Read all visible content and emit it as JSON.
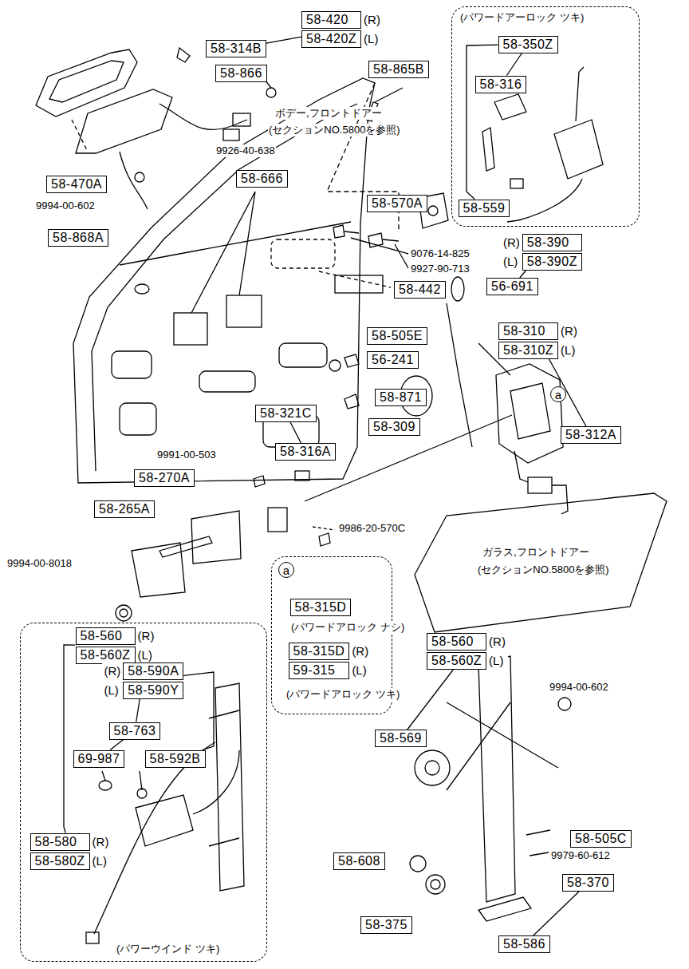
{
  "diagram": {
    "nodes": [
      {
        "text": [
          "58-420",
          "(R)",
          "58-420Z",
          "(L)"
        ]
      },
      {
        "text": [
          "58-314B"
        ]
      },
      {
        "text": [
          "58-866"
        ]
      },
      {
        "text": [
          "58-865B"
        ]
      },
      {
        "text": [
          "(パワードアーロック ツキ)"
        ]
      },
      {
        "text": [
          "58-350Z"
        ],
        "in": 4
      },
      {
        "text": [
          "58-316"
        ],
        "in": 4
      },
      {
        "text": [
          "58-559"
        ],
        "in": 4
      },
      {
        "text": [
          "58-470A"
        ]
      },
      {
        "text": [
          "58-666"
        ]
      },
      {
        "text": [
          "58-570A"
        ]
      },
      {
        "text": [
          "58-868A"
        ]
      },
      {
        "text": [
          "58-442"
        ]
      },
      {
        "text": [
          "(R)",
          "58-390",
          "(L)",
          "58-390Z"
        ]
      },
      {
        "text": [
          "56-691"
        ]
      },
      {
        "text": [
          "58-505E"
        ]
      },
      {
        "text": [
          "58-310",
          "(R)",
          "58-310Z",
          "(L)"
        ]
      },
      {
        "text": [
          "56-241"
        ]
      },
      {
        "text": [
          "58-871"
        ]
      },
      {
        "text": [
          "58-309"
        ]
      },
      {
        "text": [
          "58-321C"
        ]
      },
      {
        "text": [
          "58-316A"
        ]
      },
      {
        "text": [
          "58-312A"
        ]
      },
      {
        "text": [
          "58-270A"
        ]
      },
      {
        "text": [
          "58-265A"
        ]
      },
      {
        "text": [
          "a"
        ]
      },
      {
        "text": [
          "58-315D"
        ],
        "in": 25
      },
      {
        "text": [
          "58-315D",
          "(R)",
          "59-315",
          "(L)"
        ],
        "in": 25
      },
      {
        "text": [
          "(パワーウインド ツキ)"
        ]
      },
      {
        "text": [
          "58-560",
          "(R)",
          "58-560Z",
          "(L)"
        ],
        "in": 28
      },
      {
        "text": [
          "(R)",
          "58-590A",
          "(L)",
          "58-590Y"
        ],
        "in": 28
      },
      {
        "text": [
          "58-763"
        ],
        "in": 28
      },
      {
        "text": [
          "69-987"
        ],
        "in": 28
      },
      {
        "text": [
          "58-592B"
        ],
        "in": 28
      },
      {
        "text": [
          "58-580",
          "(R)",
          "58-580Z",
          "(L)"
        ],
        "in": 28
      },
      {
        "text": [
          "58-560",
          "(R)",
          "58-560Z",
          "(L)"
        ]
      },
      {
        "text": [
          "58-569"
        ]
      },
      {
        "text": [
          "58-505C"
        ]
      },
      {
        "text": [
          "58-608"
        ]
      },
      {
        "text": [
          "58-370"
        ]
      },
      {
        "text": [
          "58-375"
        ]
      },
      {
        "text": [
          "58-586"
        ]
      }
    ],
    "edges": [
      {
        "from": 0,
        "to": 1,
        "arrow": "none"
      },
      {
        "from": 5,
        "to": 6,
        "arrow": "none"
      },
      {
        "from": 5,
        "to": 7,
        "arrow": "none"
      },
      {
        "from": 13,
        "to": 14,
        "arrow": "none"
      },
      {
        "from": 16,
        "to": 22,
        "arrow": "none"
      },
      {
        "from": 20,
        "to": 21,
        "arrow": "none"
      },
      {
        "from": 29,
        "to": 30,
        "arrow": "none"
      },
      {
        "from": 29,
        "to": 34,
        "arrow": "none"
      },
      {
        "from": 30,
        "to": 31,
        "arrow": "none"
      },
      {
        "from": 30,
        "to": 33,
        "arrow": "none"
      },
      {
        "from": 31,
        "to": 32,
        "arrow": "none"
      },
      {
        "from": 35,
        "to": 36,
        "arrow": "none"
      },
      {
        "from": 39,
        "to": 41,
        "arrow": "none"
      }
    ],
    "labels": [
      "9926-40-638",
      "9994-00-602",
      "ボデー,フロントドアー",
      "(セクションNO.5800を参照)",
      "9076-14-825",
      "9927-90-713",
      "a",
      "9991-00-503",
      "9986-20-570C",
      "9994-00-8018",
      "(パワードアロック ナシ)",
      "(パワードアロック ツキ)",
      "ガラス,フロントドアー",
      "(セクションNO.5800を参照)",
      "9994-00-602",
      "9979-60-612"
    ]
  }
}
